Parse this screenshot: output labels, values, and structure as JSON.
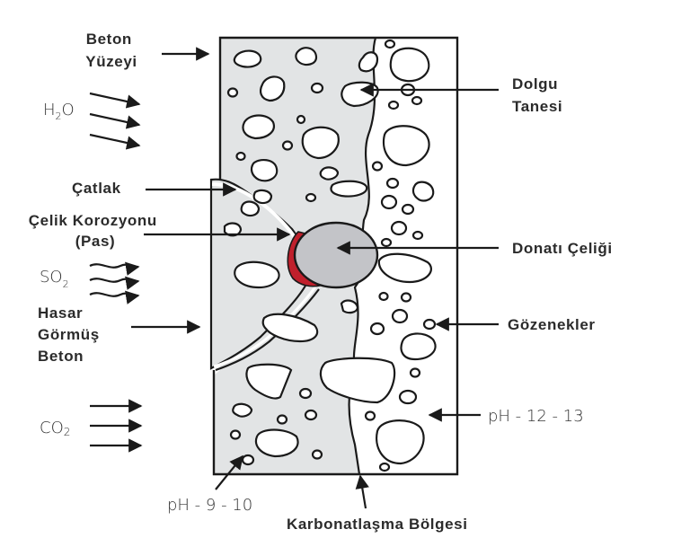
{
  "labels": {
    "beton_yuzeyi": [
      "Beton",
      "Yüzeyi"
    ],
    "dolgu_tanesi": [
      "Dolgu",
      "Tanesi"
    ],
    "catlak": "Çatlak",
    "celik_korozyonu": [
      "Çelik Korozyonu",
      "(Pas)"
    ],
    "donati_celigi": "Donatı Çeliği",
    "gozenekler": "Gözenekler",
    "hasar_gormus_beton": [
      "Hasar",
      "Görmüş",
      "Beton"
    ],
    "ph_high": "pH - 12 - 13",
    "ph_low": "pH - 9 - 10",
    "karbonatlasma_bolgesi": "Karbonatlaşma Bölgesi"
  },
  "chemicals": {
    "h2o": {
      "base1": "H",
      "sub": "2",
      "base2": "O"
    },
    "so2": {
      "base": "SO",
      "sub": "2"
    },
    "co2": {
      "base": "CO",
      "sub": "2"
    }
  },
  "colors": {
    "carbonated_zone": "#e2e4e5",
    "healthy_zone": "#ffffff",
    "rebar": "#c3c4c8",
    "rust": "#c0202c",
    "outline": "#1a1a1a"
  }
}
